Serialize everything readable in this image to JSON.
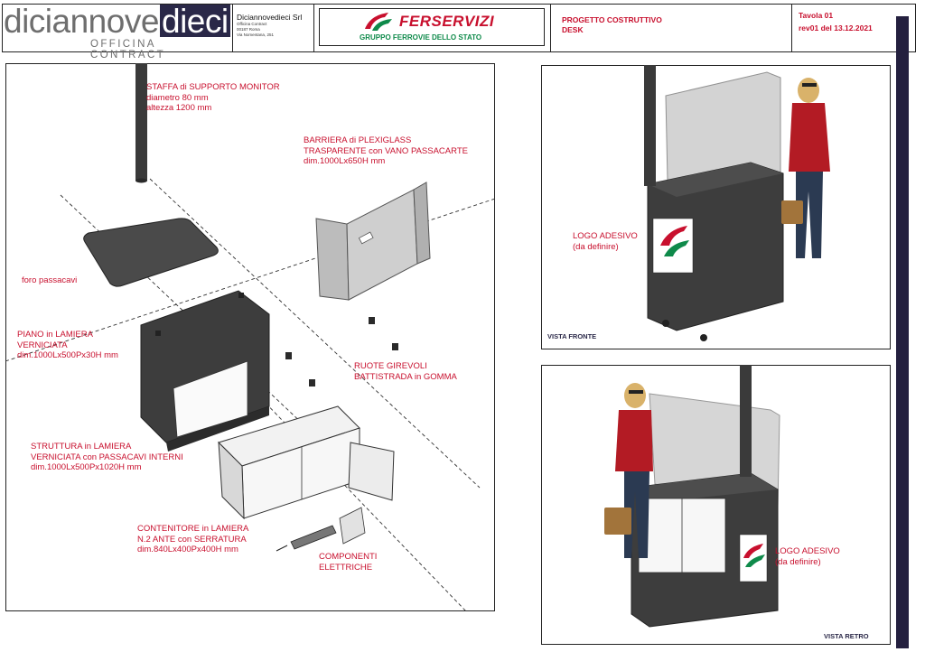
{
  "header": {
    "logo_left": "diciannove",
    "logo_right": "dieci",
    "logo_sub": "OFFICINA CONTRACT",
    "company_name": "Diciannovedieci Srl",
    "company_line1": "Officina Contract",
    "company_line2": "00187 Roma",
    "company_line3": "Via Nomentana, 251",
    "client_logo": "FERSERVIZI",
    "client_sub": "GRUPPO FERROVIE DELLO STATO",
    "project_line1": "PROGETTO COSTRUTTIVO",
    "project_line2": "DESK",
    "sheet_label": "Tavola 01",
    "rev_prefix": "rev",
    "rev_num": "01",
    "rev_date": " del 13.12.2021"
  },
  "exploded": {
    "staffa": "STAFFA di SUPPORTO MONITOR\ndiametro 80 mm\naltezza 1200 mm",
    "barriera": "BARRIERA di PLEXIGLASS\nTRASPARENTE con VANO PASSACARTE\ndim.1000Lx650H mm",
    "foro": "foro passacavi",
    "piano": "PIANO in LAMIERA\nVERNICIATA\ndim.1000Lx500Px30H mm",
    "ruote": "RUOTE GIREVOLI\nBATTISTRADA in GOMMA",
    "struttura": "STRUTTURA in LAMIERA\nVERNICIATA con PASSACAVI INTERNI\ndim.1000Lx500Px1020H mm",
    "contenitore": "CONTENITORE in LAMIERA\nN.2 ANTE con SERRATURA\ndim.840Lx400Px400H mm",
    "componenti": "COMPONENTI\nELETTRICHE"
  },
  "views": {
    "front_logo": "LOGO ADESIVO\n(da definire)",
    "front_caption": "VISTA FRONTE",
    "rear_logo": "LOGO ADESIVO\n(da definire)",
    "rear_caption": "VISTA RETRO"
  },
  "colors": {
    "accent_red": "#c8102e",
    "logo_bg": "#2a2848",
    "side_bar": "#24203f",
    "desk_dark": "#3d3d3d"
  }
}
